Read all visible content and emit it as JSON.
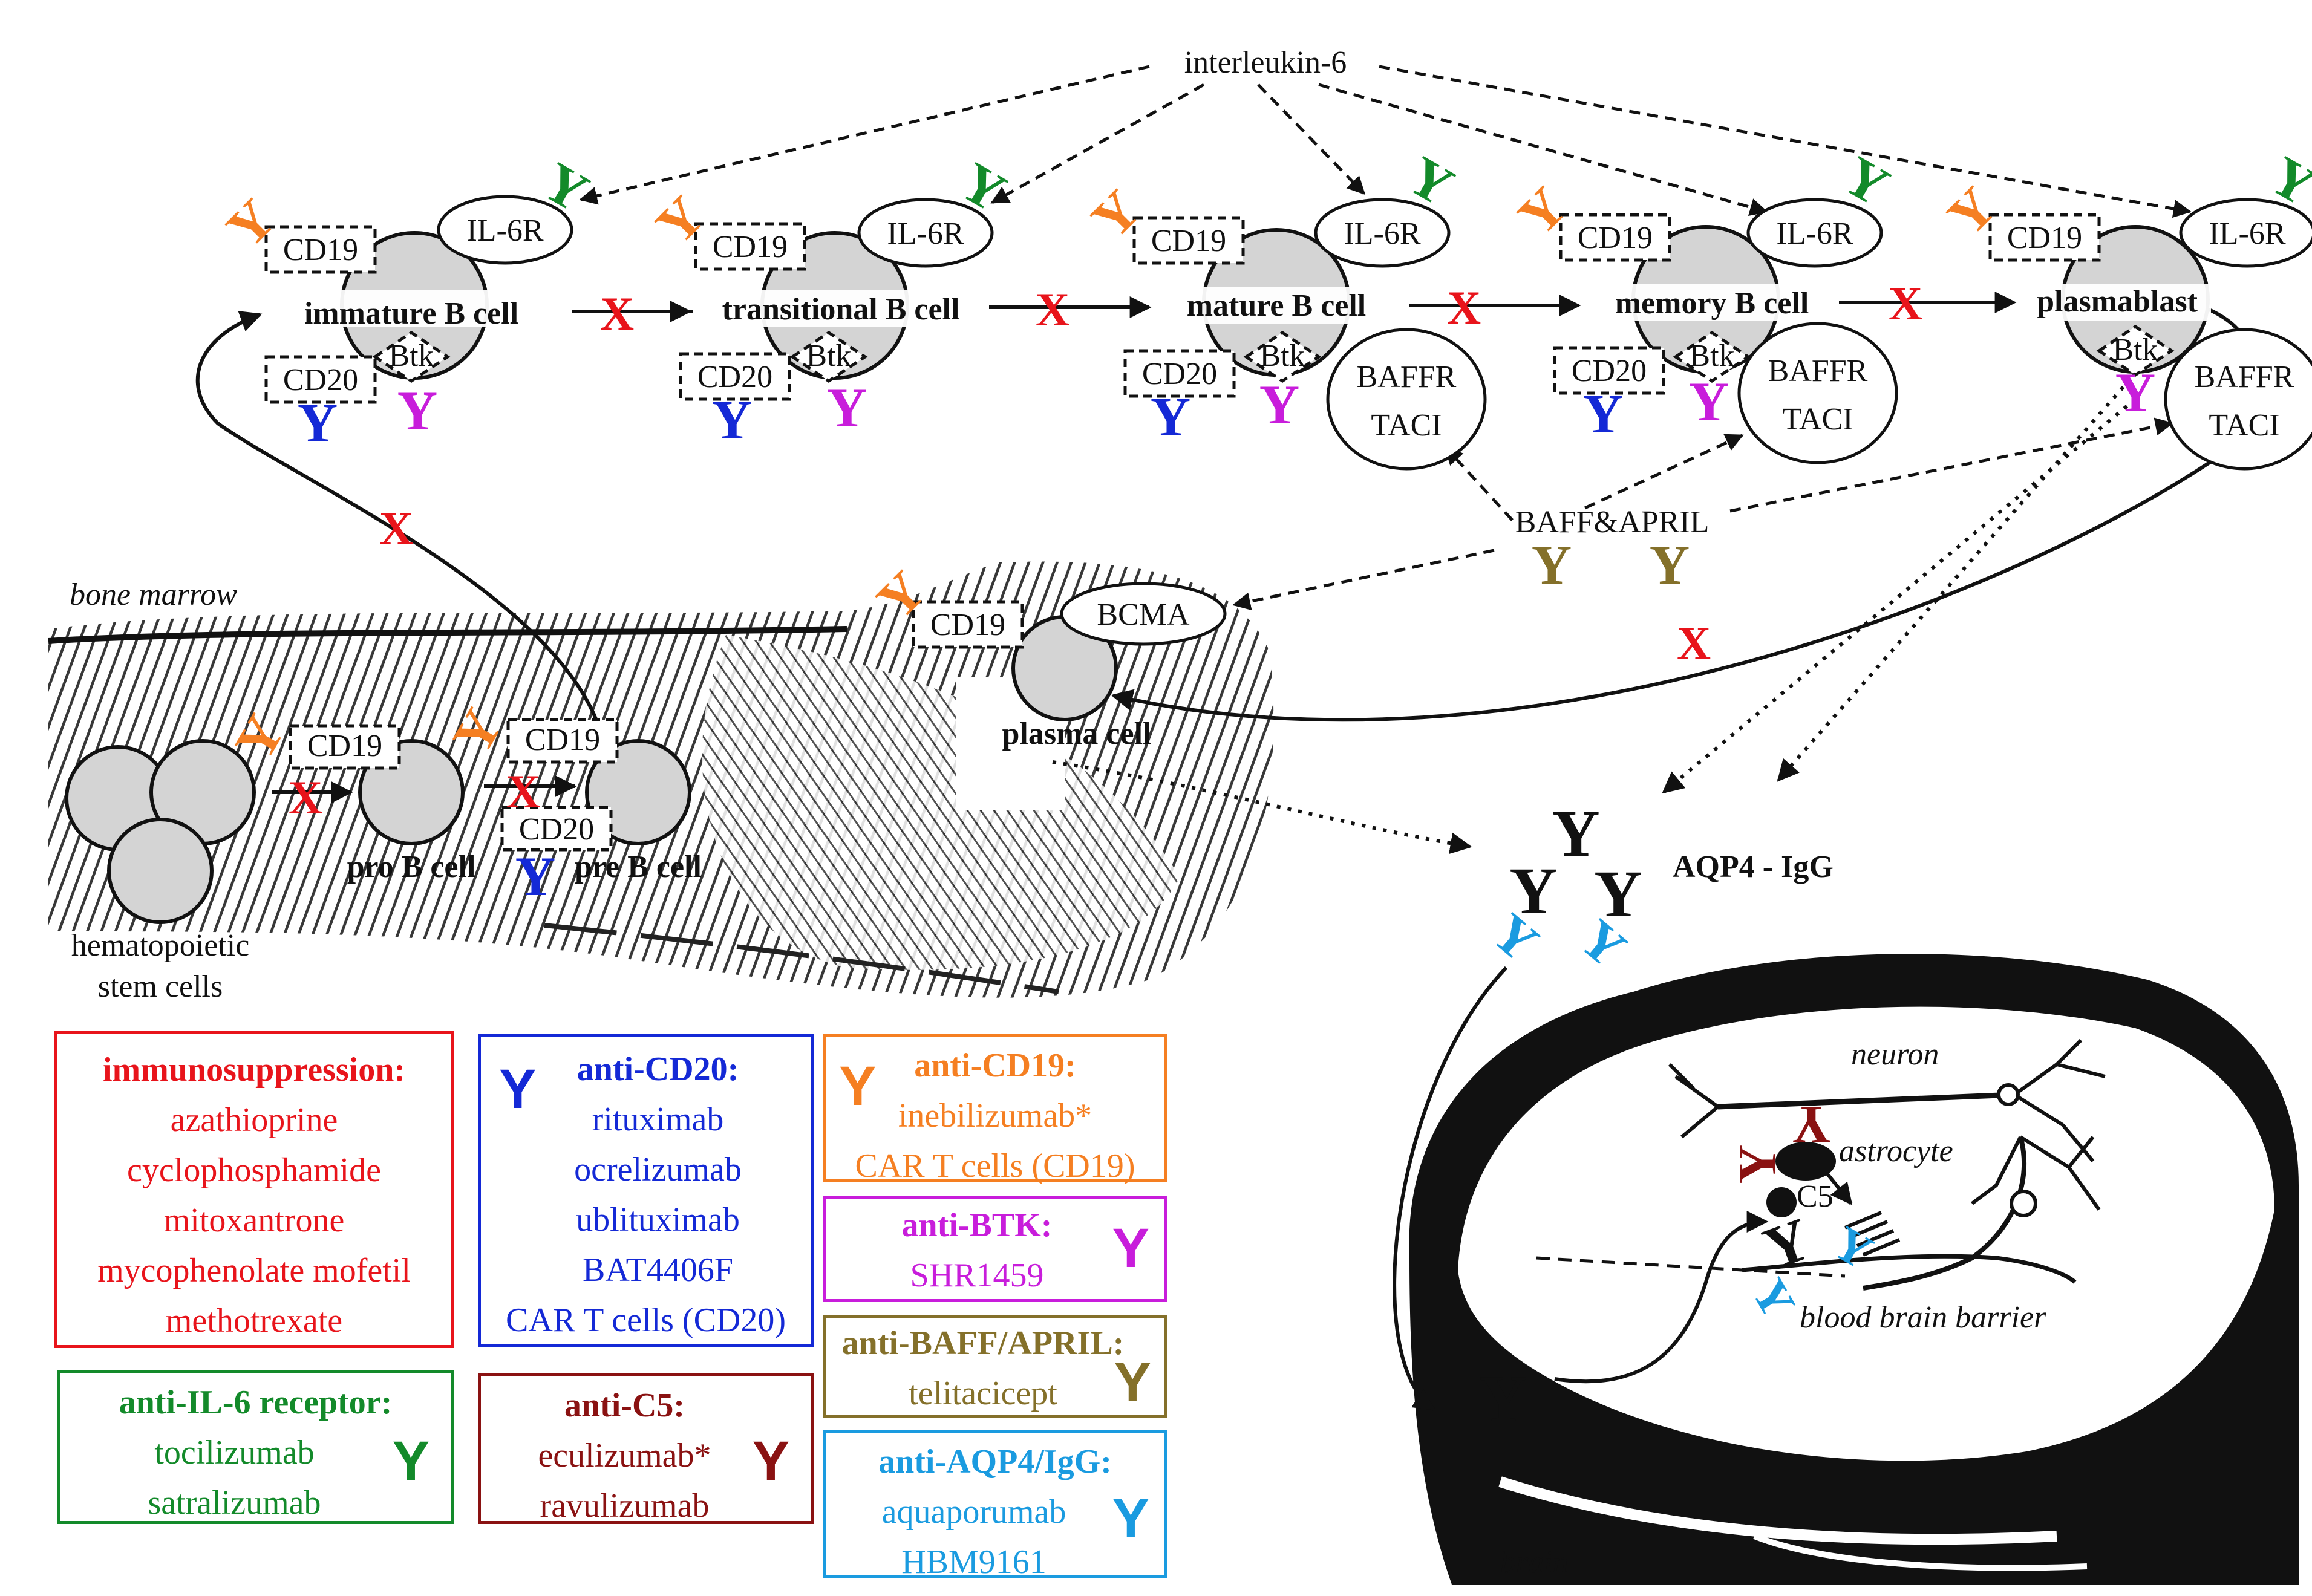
{
  "colors": {
    "immunosuppression": "#e8141b",
    "anti_cd20": "#1429d6",
    "anti_cd19": "#f57f22",
    "anti_btk": "#c81ddb",
    "anti_baff": "#84702a",
    "anti_il6r": "#138a2a",
    "anti_c5": "#8a1212",
    "anti_aqp4": "#1a9be0",
    "cell_fill": "#d4d4d4",
    "line": "#111111"
  },
  "labels": {
    "interleukin": "interleukin-6",
    "baff_april": "BAFF&APRIL",
    "bone_marrow": "bone marrow",
    "brain": "brain",
    "aqp4_igg": "AQP4 - IgG",
    "neuron": "neuron",
    "astrocyte": "astrocyte",
    "c5": "C5",
    "bbb": "blood brain barrier",
    "hsc_line1": "hematopoietic",
    "hsc_line2": "stem cells",
    "pro_b": "pro B cell",
    "pre_b": "pre B cell",
    "plasma_cell": "plasma cell",
    "bcma": "BCMA",
    "cd19": "CD19",
    "cd20": "CD20",
    "btk": "Btk",
    "il6r": "IL-6R",
    "baffr": "BAFFR",
    "taci": "TACI",
    "block": "X",
    "antibody": "Y"
  },
  "b_cells": [
    {
      "name": "immature B cell"
    },
    {
      "name": "transitional B cell"
    },
    {
      "name": "mature B cell"
    },
    {
      "name": "memory B cell"
    },
    {
      "name": "plasmablast"
    }
  ],
  "legend": {
    "immunosuppression": {
      "title": "immunosuppression:",
      "drugs": [
        "azathioprine",
        "cyclophosphamide",
        "mitoxantrone",
        "mycophenolate mofetil",
        "methotrexate"
      ]
    },
    "anti_cd20": {
      "title": "anti-CD20:",
      "drugs": [
        "rituximab",
        "ocrelizumab",
        "ublituximab",
        "BAT4406F",
        "CAR T cells (CD20)"
      ]
    },
    "anti_cd19": {
      "title": "anti-CD19:",
      "drugs": [
        "inebilizumab*",
        "CAR T cells (CD19)"
      ]
    },
    "anti_btk": {
      "title": "anti-BTK:",
      "drugs": [
        "SHR1459"
      ]
    },
    "anti_baff": {
      "title": "anti-BAFF/APRIL:",
      "drugs": [
        "telitacicept"
      ]
    },
    "anti_il6r": {
      "title": "anti-IL-6 receptor:",
      "drugs": [
        "tocilizumab",
        "satralizumab"
      ]
    },
    "anti_c5": {
      "title": "anti-C5:",
      "drugs": [
        "eculizumab*",
        "ravulizumab"
      ]
    },
    "anti_aqp4": {
      "title": "anti-AQP4/IgG:",
      "drugs": [
        "aquaporumab",
        "HBM9161"
      ]
    }
  }
}
